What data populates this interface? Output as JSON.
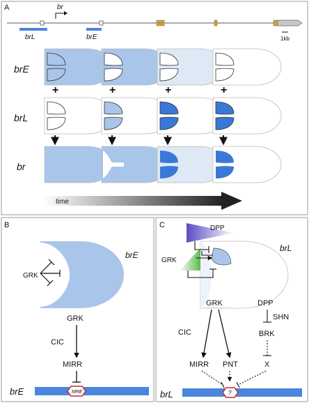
{
  "panel_a": {
    "letter": "A",
    "gene_label": "br",
    "enhancer_brL": "brL",
    "enhancer_brE": "brE",
    "scale": "1kb",
    "row_labels": [
      "brE",
      "brL",
      "br"
    ],
    "plus": "+",
    "time_label": "time"
  },
  "panel_b": {
    "letter": "B",
    "title": "brE",
    "grk_inside": "GRK",
    "grk": "GRK",
    "cic": "CIC",
    "mirr": "MIRR",
    "bar_label": "brE",
    "element": "MRE"
  },
  "panel_c": {
    "letter": "C",
    "dpp_top": "DPP",
    "grk_left": "GRK",
    "title": "brL",
    "grk": "GRK",
    "dpp": "DPP",
    "shn": "SHN",
    "brk": "BRK",
    "cic": "CIC",
    "mirr": "MIRR",
    "pnt": "PNT",
    "x": "X",
    "bar_label": "brL",
    "element": "?"
  },
  "colors": {
    "light_blue": "#a9c6ea",
    "pale_blue": "#dfe9f6",
    "dark_blue": "#3a78d8",
    "bar_blue": "#4a86dc",
    "exon_orange": "#d5a040",
    "red": "#c8282e",
    "dpp_purple": "#6b5cc8",
    "grk_green": "#6cc05a"
  }
}
